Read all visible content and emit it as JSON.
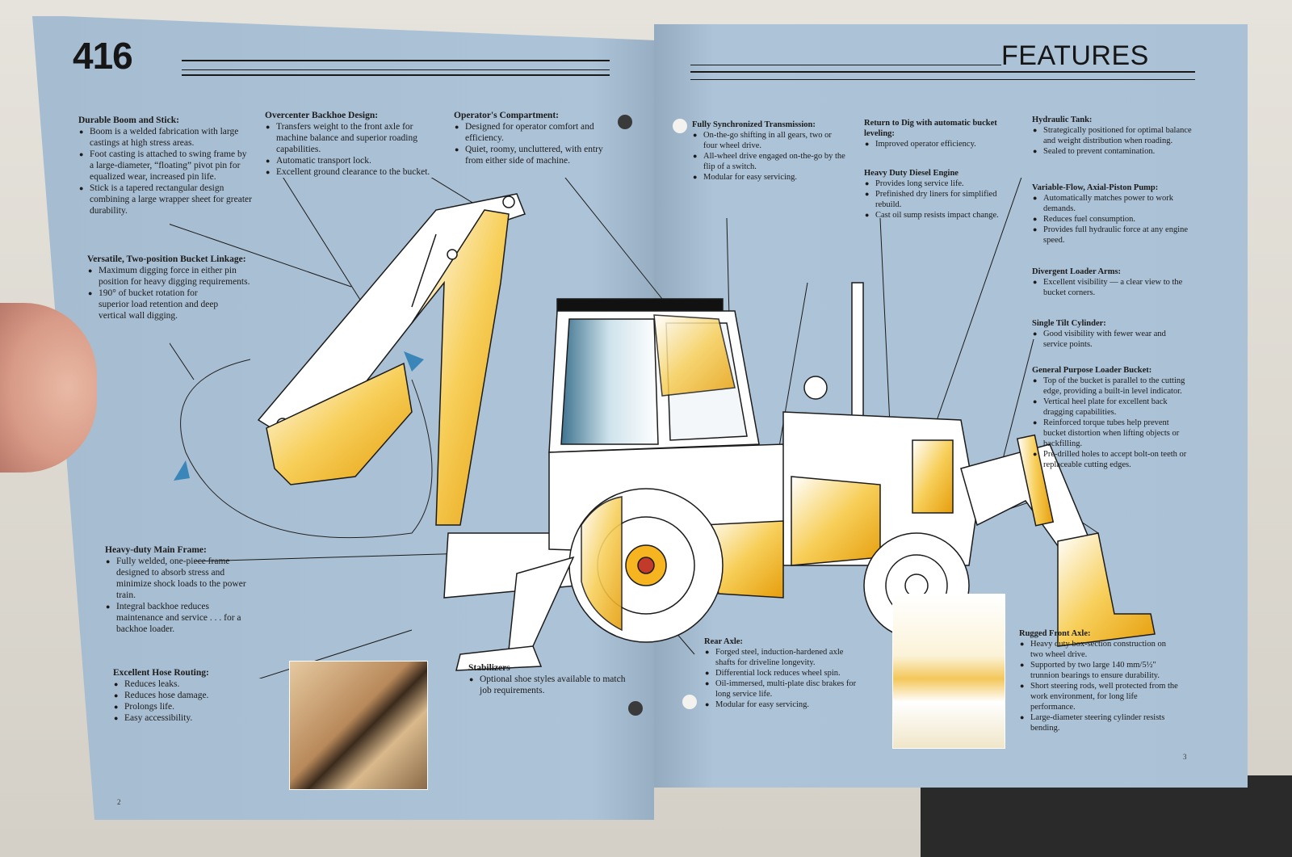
{
  "left_page": {
    "model": "416",
    "page_number": "2",
    "sections": [
      {
        "heading": "Durable Boom and Stick:",
        "bullets": [
          "Boom is a welded fabrication with large castings at high stress areas.",
          "Foot casting is attached to swing frame by a large-diameter, “floating” pivot pin for equalized wear, increased pin life.",
          "Stick is a tapered rectangular design combining a large wrapper sheet for greater durability."
        ]
      },
      {
        "heading": "Overcenter Backhoe Design:",
        "bullets": [
          "Transfers weight to the front axle for machine balance and superior roading capabilities.",
          "Automatic transport lock.",
          "Excellent ground clearance to the bucket."
        ]
      },
      {
        "heading": "Operator's Compartment:",
        "bullets": [
          "Designed for operator comfort and efficiency.",
          "Quiet, roomy, uncluttered, with entry from either side of machine."
        ]
      },
      {
        "heading": "Versatile, Two-position Bucket Linkage:",
        "bullets": [
          "Maximum digging force in either pin position for heavy digging requirements.",
          "190° of bucket rotation for superior load retention and deep vertical wall digging."
        ]
      },
      {
        "heading": "Heavy-duty Main Frame:",
        "bullets": [
          "Fully welded, one-piece frame designed to absorb stress and minimize shock loads to the power train.",
          "Integral backhoe reduces maintenance and service . . . for a backhoe loader."
        ]
      },
      {
        "heading": "Excellent Hose Routing:",
        "bullets": [
          "Reduces leaks.",
          "Reduces hose damage.",
          "Prolongs life.",
          "Easy accessibility."
        ]
      },
      {
        "heading": "Stabilizers",
        "bullets": [
          "Optional shoe styles available to match job requirements."
        ]
      }
    ]
  },
  "right_page": {
    "title": "FEATURES",
    "page_number": "3",
    "sections": [
      {
        "heading": "Fully Synchronized Transmission:",
        "bullets": [
          "On-the-go shifting in all gears, two or four wheel drive.",
          "All-wheel drive engaged on-the-go by the flip of a switch.",
          "Modular for easy servicing."
        ]
      },
      {
        "heading": "Return to Dig with automatic bucket leveling:",
        "bullets": [
          "Improved operator efficiency."
        ]
      },
      {
        "heading": "Heavy Duty Diesel Engine",
        "bullets": [
          "Provides long service life.",
          "Prefinished dry liners for simplified rebuild.",
          "Cast oil sump resists impact change."
        ]
      },
      {
        "heading": "Hydraulic Tank:",
        "bullets": [
          "Strategically positioned for optimal balance and weight distribution when roading.",
          "Sealed to prevent contamination."
        ]
      },
      {
        "heading": "Variable-Flow, Axial-Piston Pump:",
        "bullets": [
          "Automatically matches power to work demands.",
          "Reduces fuel consumption.",
          "Provides full hydraulic force at any engine speed."
        ]
      },
      {
        "heading": "Divergent Loader Arms:",
        "bullets": [
          "Excellent visibility — a clear view to the bucket corners."
        ]
      },
      {
        "heading": "Single Tilt Cylinder:",
        "bullets": [
          "Good visibility with fewer wear and service points."
        ]
      },
      {
        "heading": "General Purpose Loader Bucket:",
        "bullets": [
          "Top of the bucket is parallel to the cutting edge, providing a built-in level indicator.",
          "Vertical heel plate for excellent back dragging capabilities.",
          "Reinforced torque tubes help prevent bucket distortion when lifting objects or backfilling.",
          "Pre-drilled holes to accept bolt-on teeth or replaceable cutting edges."
        ]
      },
      {
        "heading": "Rear Axle:",
        "bullets": [
          "Forged steel, induction-hardened axle shafts for driveline longevity.",
          "Differential lock reduces wheel spin.",
          "Oil-immersed, multi-plate disc brakes for long service life.",
          "Modular for easy servicing."
        ]
      },
      {
        "heading": "Rugged Front Axle:",
        "bullets": [
          "Heavy duty box-section construction on two wheel drive.",
          "Supported by two large 140 mm/5½\" trunnion bearings to ensure durability.",
          "Short steering rods, well protected from the work environment, for long life performance.",
          "Large-diameter steering cylinder resists bending."
        ]
      }
    ]
  },
  "colors": {
    "page_blue": "#abc1d5",
    "machine_yellow": "#f2b21b",
    "ink": "#1b1b1b"
  }
}
